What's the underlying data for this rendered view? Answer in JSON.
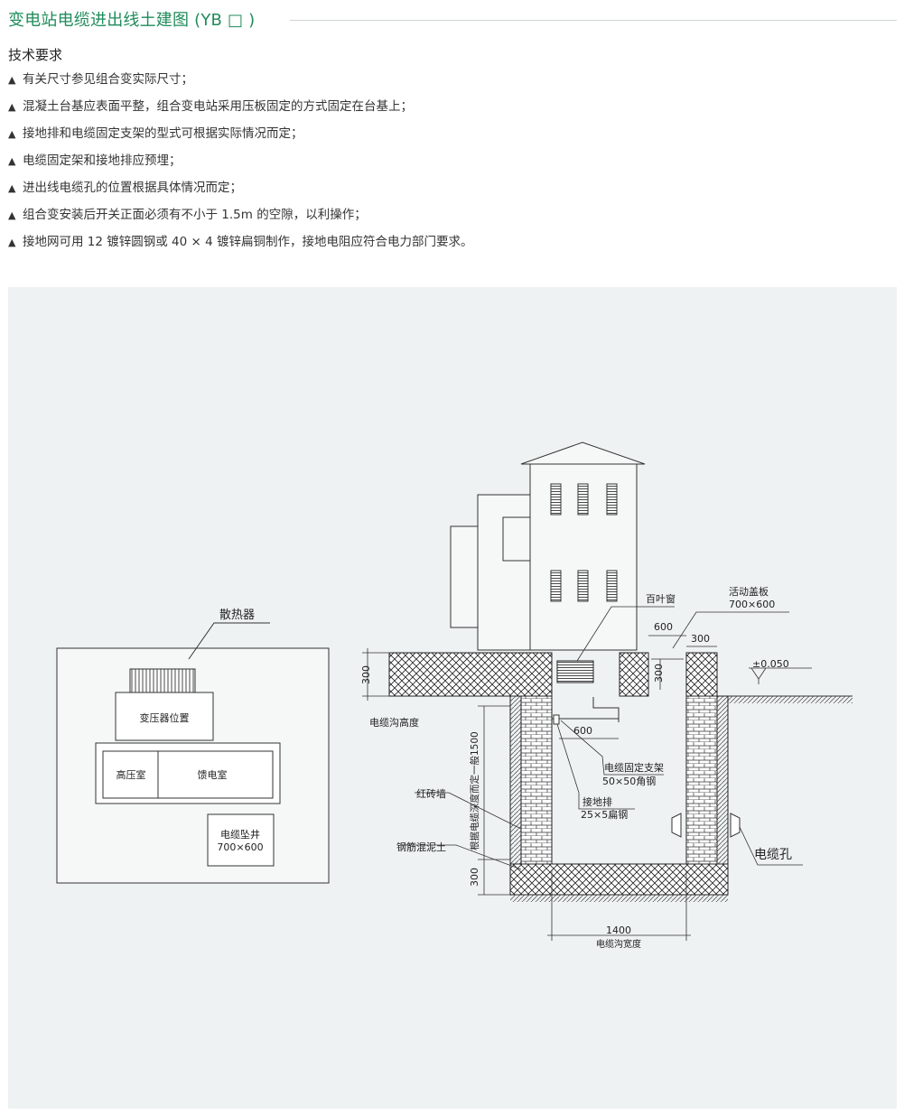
{
  "header": {
    "title": "变电站电缆进出线土建图 (YB □ )"
  },
  "requirements": {
    "heading": "技术要求",
    "bullet": "▲",
    "items": [
      "有关尺寸参见组合变实际尺寸；",
      "混凝土台基应表面平整，组合变电站采用压板固定的方式固定在台基上；",
      "接地排和电缆固定支架的型式可根据实际情况而定；",
      "电缆固定架和接地排应预埋；",
      "进出线电缆孔的位置根据具体情况而定；",
      "组合变安装后开关正面必须有不小于 1.5m 的空隙，以利操作；",
      "接地网可用 12 镀锌圆钢或 40 × 4 镀锌扁铜制作，接地电阻应符合电力部门要求。"
    ]
  },
  "plan": {
    "radiator": "散热器",
    "transformer": "变压器位置",
    "hv_room": "高压室",
    "feeder_room": "馈电室",
    "cable_well": "电缆坠井",
    "cable_well_size": "700×600"
  },
  "section": {
    "louver": "百叶窗",
    "cover": "活动盖板",
    "cover_size": "700×600",
    "dim_600_top": "600",
    "dim_300_right": "300",
    "dim_300_small": "300",
    "level": "±0.050",
    "dim_300_left": "300",
    "trench_height": "电缆沟高度",
    "depth_note": "根据电缆深度而定一般1500",
    "dim_600_mid": "600",
    "bracket": "电缆固定支架",
    "bracket_spec": "50×50角钢",
    "ground_bar": "接地排",
    "ground_spec": "25×5扁钢",
    "brick_wall": "红砖墙",
    "cable_hole": "电缆孔",
    "rc": "钢筋混泥土",
    "dim_300_bottom": "300",
    "width_value": "1400",
    "width_label": "电缆沟宽度"
  }
}
